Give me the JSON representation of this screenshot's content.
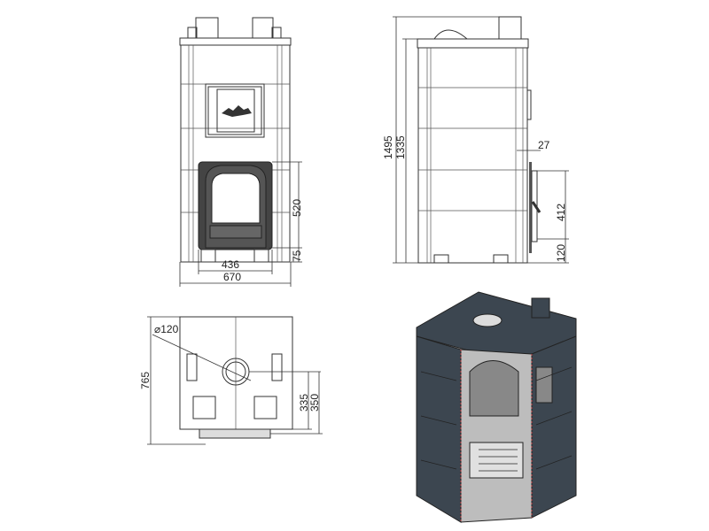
{
  "front_view": {
    "width_total": "670",
    "door_width": "436",
    "door_height": "520",
    "door_base": "75"
  },
  "side_view": {
    "height_total": "1495",
    "height_body": "1335",
    "door_projection": "27",
    "door_height": "412",
    "door_base": "120"
  },
  "top_view": {
    "flue_diameter": "⌀120",
    "depth": "765",
    "flue_offset_a": "335",
    "flue_offset_b": "350"
  },
  "colors": {
    "line": "#333333",
    "stone": "#3c4650",
    "firebrick": "#bdbdbd"
  }
}
